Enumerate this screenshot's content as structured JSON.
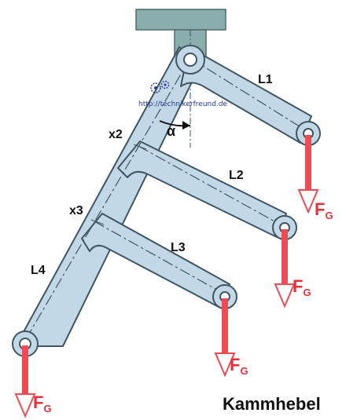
{
  "diagram": {
    "title": "Kammhebel",
    "watermark": "http://technikerfreund.de",
    "angle_label": "α",
    "arm_labels": {
      "l1": "L1",
      "l2": "L2",
      "l3": "L3",
      "l4": "L4",
      "x2": "x2",
      "x3": "x3"
    },
    "force_label": "F",
    "force_subscript": "G",
    "colors": {
      "lever_fill": "#c3d8e6",
      "lever_stroke": "#3f5560",
      "mount": "#8aaeae",
      "force": "#f04a55",
      "text": "#111111"
    }
  }
}
